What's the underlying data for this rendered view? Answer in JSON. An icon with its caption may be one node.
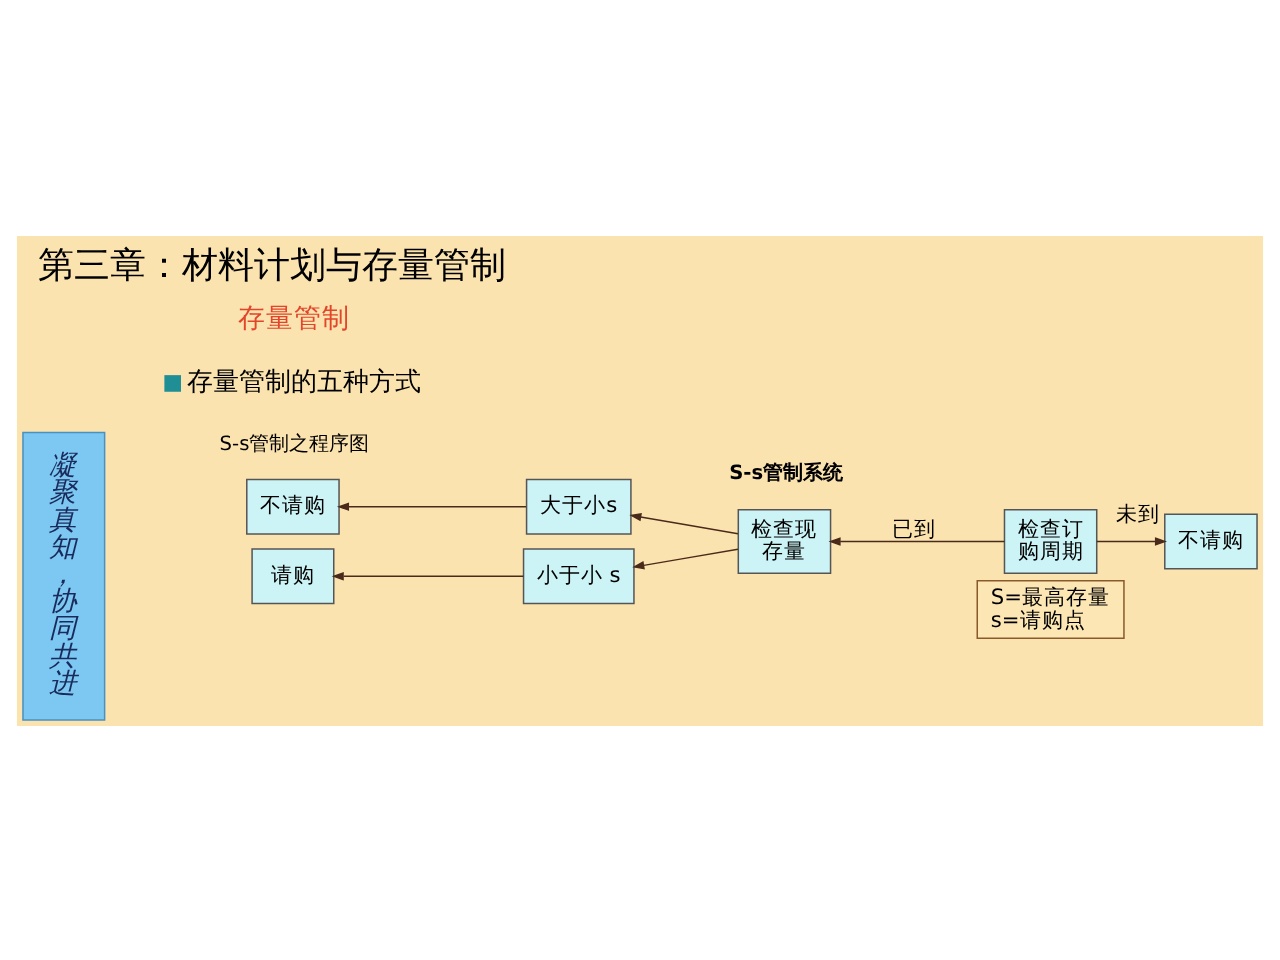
{
  "diagram": {
    "title": "第三章：材料计划与存量管制",
    "nodes": [
      {
        "text": [
          "凝聚真知，协同共进"
        ]
      },
      {
        "text": [
          "不请购"
        ]
      },
      {
        "text": [
          "大于小s"
        ]
      },
      {
        "text": [
          "检查现存量"
        ]
      },
      {
        "text": [
          "检查订购周期"
        ]
      },
      {
        "text": [
          "不请购"
        ]
      },
      {
        "text": [
          "请购"
        ]
      },
      {
        "text": [
          "小于小 s"
        ]
      },
      {
        "text": [
          "S=最高存量",
          "s=请购点"
        ]
      }
    ],
    "edges": [
      {
        "from": 4,
        "to": 3,
        "label": "已到",
        "arrow": "to"
      },
      {
        "from": 4,
        "to": 5,
        "label": "未到",
        "arrow": "to"
      },
      {
        "from": 3,
        "to": 2,
        "arrow": "to"
      },
      {
        "from": 3,
        "to": 7,
        "arrow": "to"
      },
      {
        "from": 2,
        "to": 1,
        "arrow": "to"
      },
      {
        "from": 7,
        "to": 6,
        "arrow": "to"
      }
    ],
    "labels": [
      "存量管制",
      "存量管制的五种方式",
      "S-s管制之程序图",
      "S-s管制系统"
    ]
  }
}
